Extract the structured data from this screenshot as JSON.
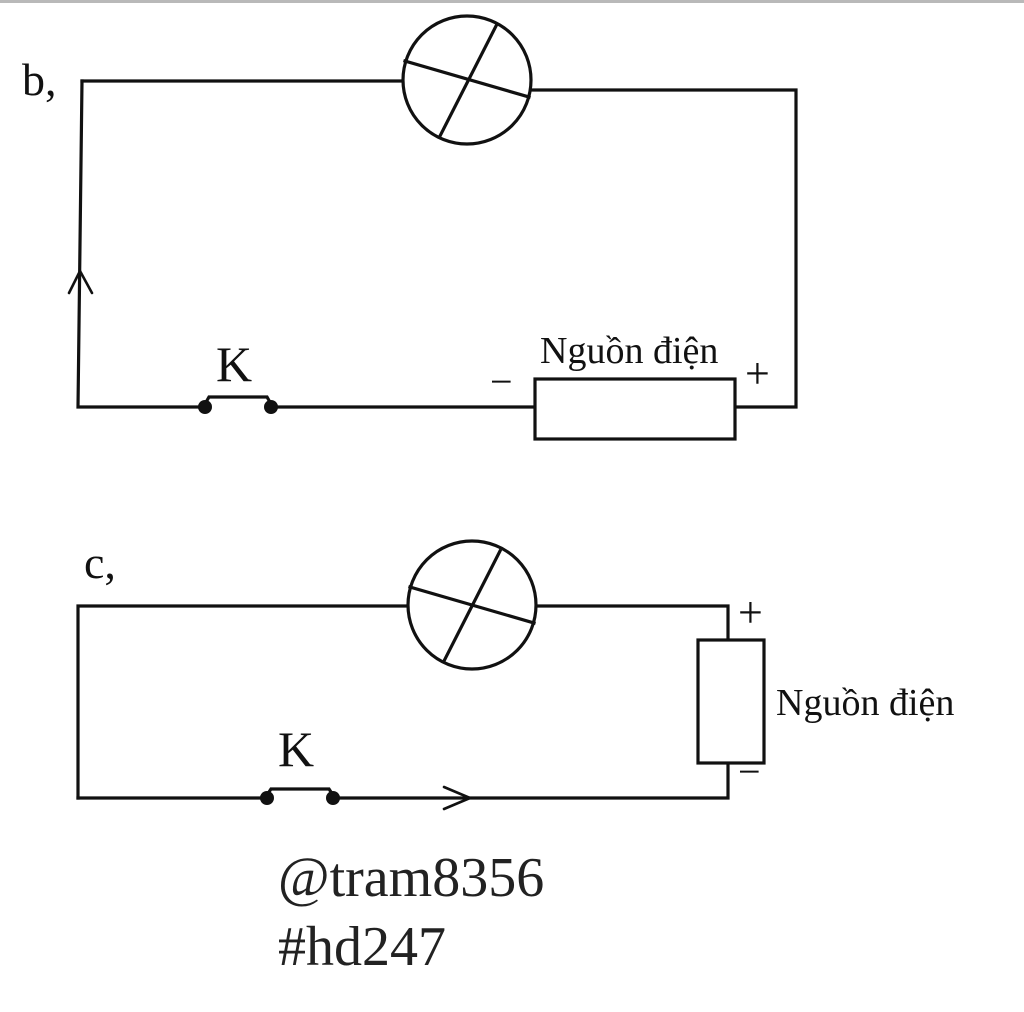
{
  "circuit_b": {
    "label": "b,",
    "switch_label": "K",
    "source_label": "Nguồn điện",
    "minus_sign": "−",
    "plus_sign": "+"
  },
  "circuit_c": {
    "label": "c,",
    "switch_label": "K",
    "source_label": "Nguồn điện",
    "minus_sign": "−",
    "plus_sign": "+"
  },
  "watermark": {
    "author": "@tram8356",
    "tag": "#hd247"
  }
}
